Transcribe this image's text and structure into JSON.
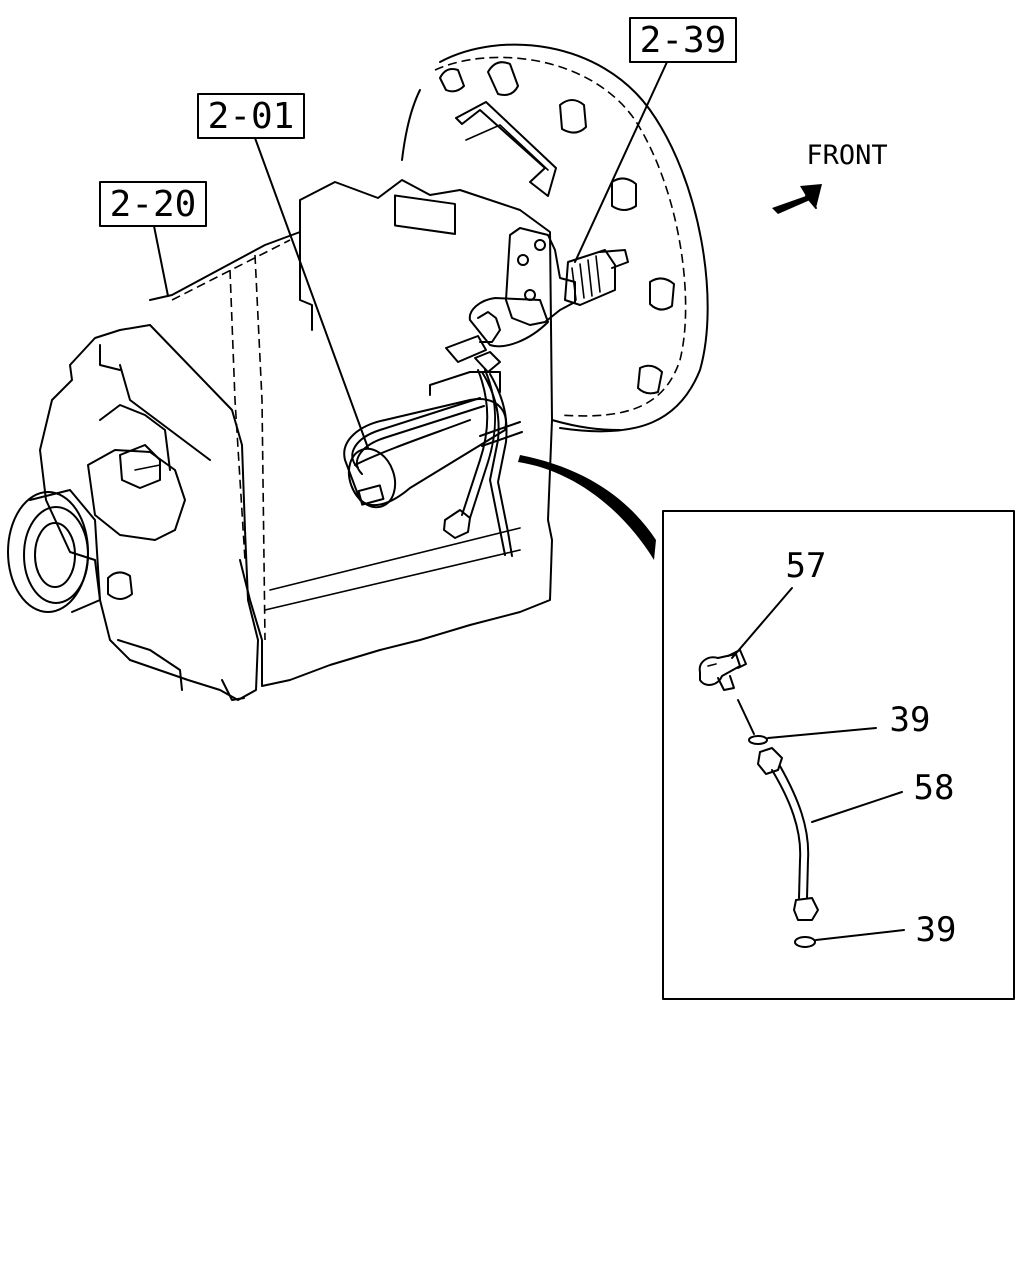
{
  "diagram": {
    "ref_labels": {
      "r1": "2-39",
      "r2": "2-01",
      "r3": "2-20"
    },
    "direction_label": "FRONT",
    "callouts": {
      "c57": "57",
      "c39a": "39",
      "c58": "58",
      "c39b": "39"
    }
  }
}
